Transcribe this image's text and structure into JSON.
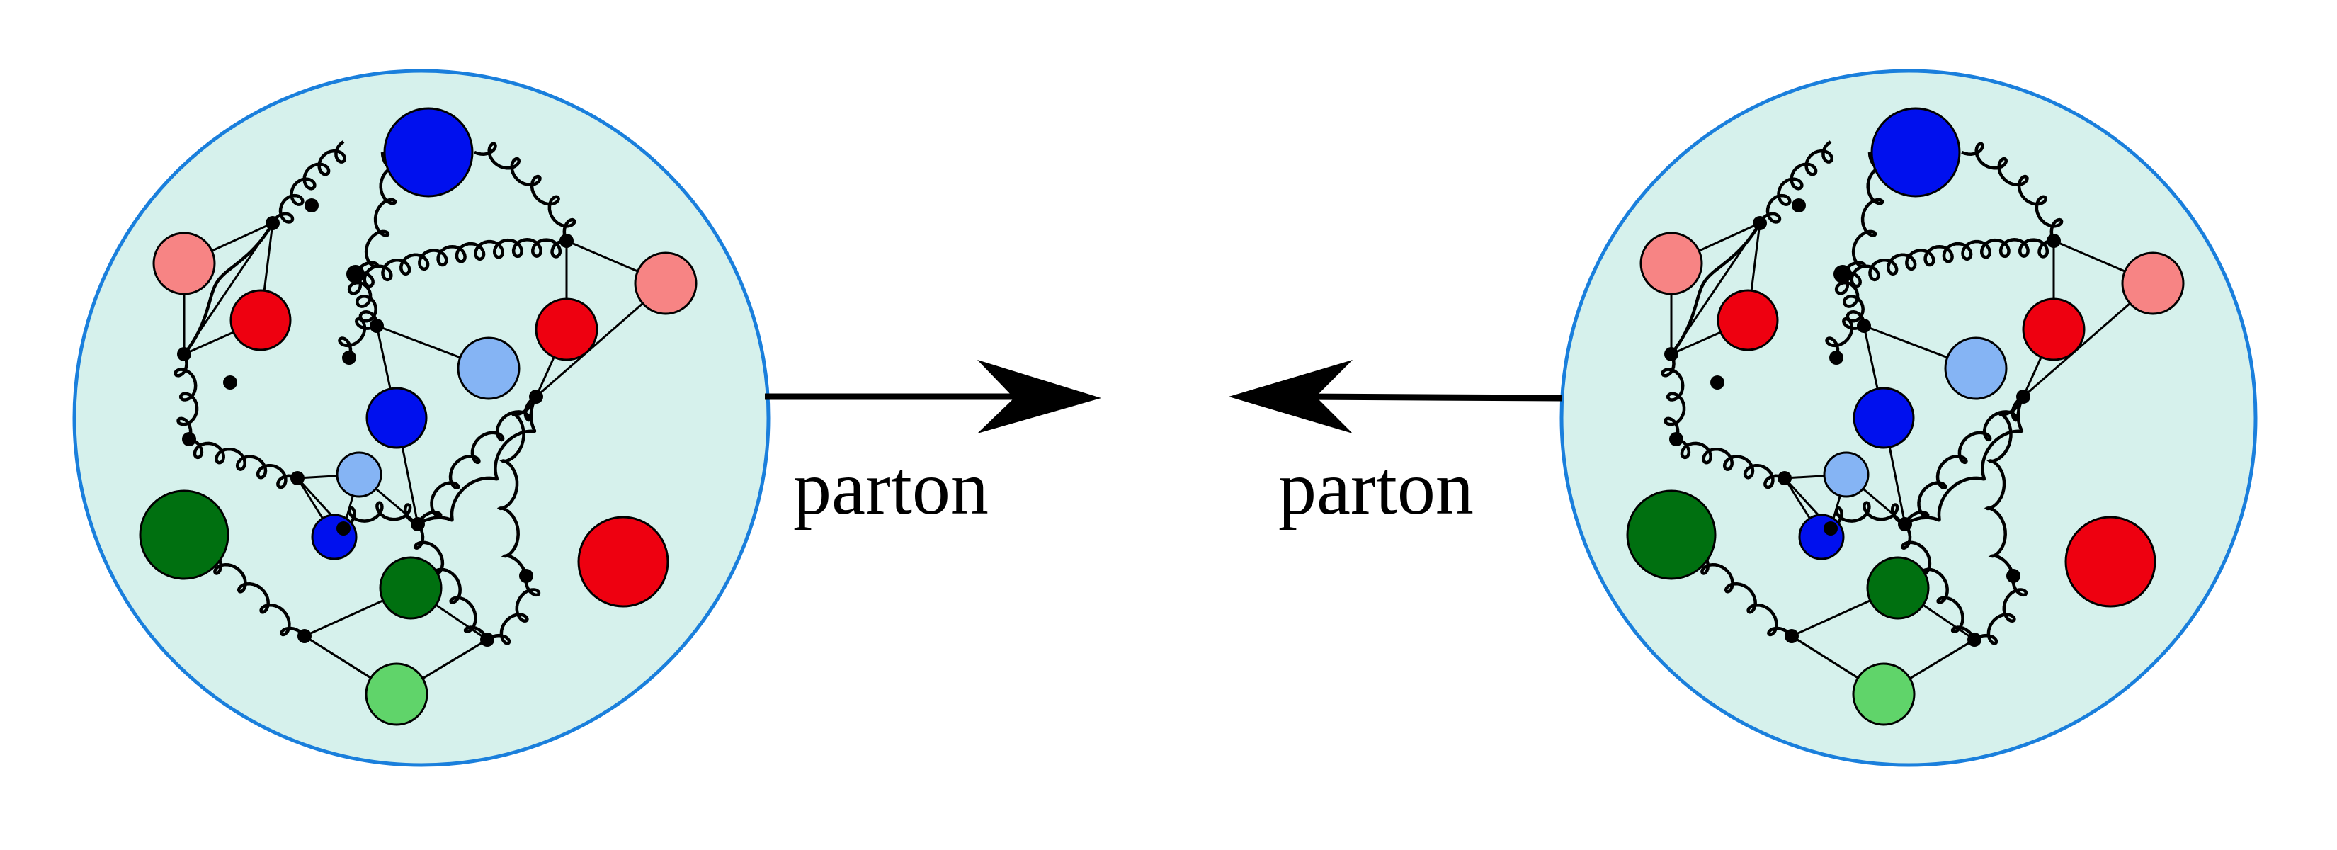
{
  "labels": {
    "left_arrow_label": "parton",
    "right_arrow_label": "parton"
  },
  "colors": {
    "proton_fill": "#d6f1ec",
    "proton_stroke": "#1a7fdc",
    "quark_blue": "#0010ee",
    "quark_light_blue": "#85b4f4",
    "quark_red": "#ee0010",
    "quark_pink": "#f78484",
    "quark_green": "#007010",
    "quark_light_green": "#60d46a",
    "line": "#000000"
  },
  "icons": {
    "proton": "proton-circle-icon",
    "gluon": "gluon-coil",
    "quark": "quark-circle-icon",
    "arrow": "arrow-icon"
  }
}
